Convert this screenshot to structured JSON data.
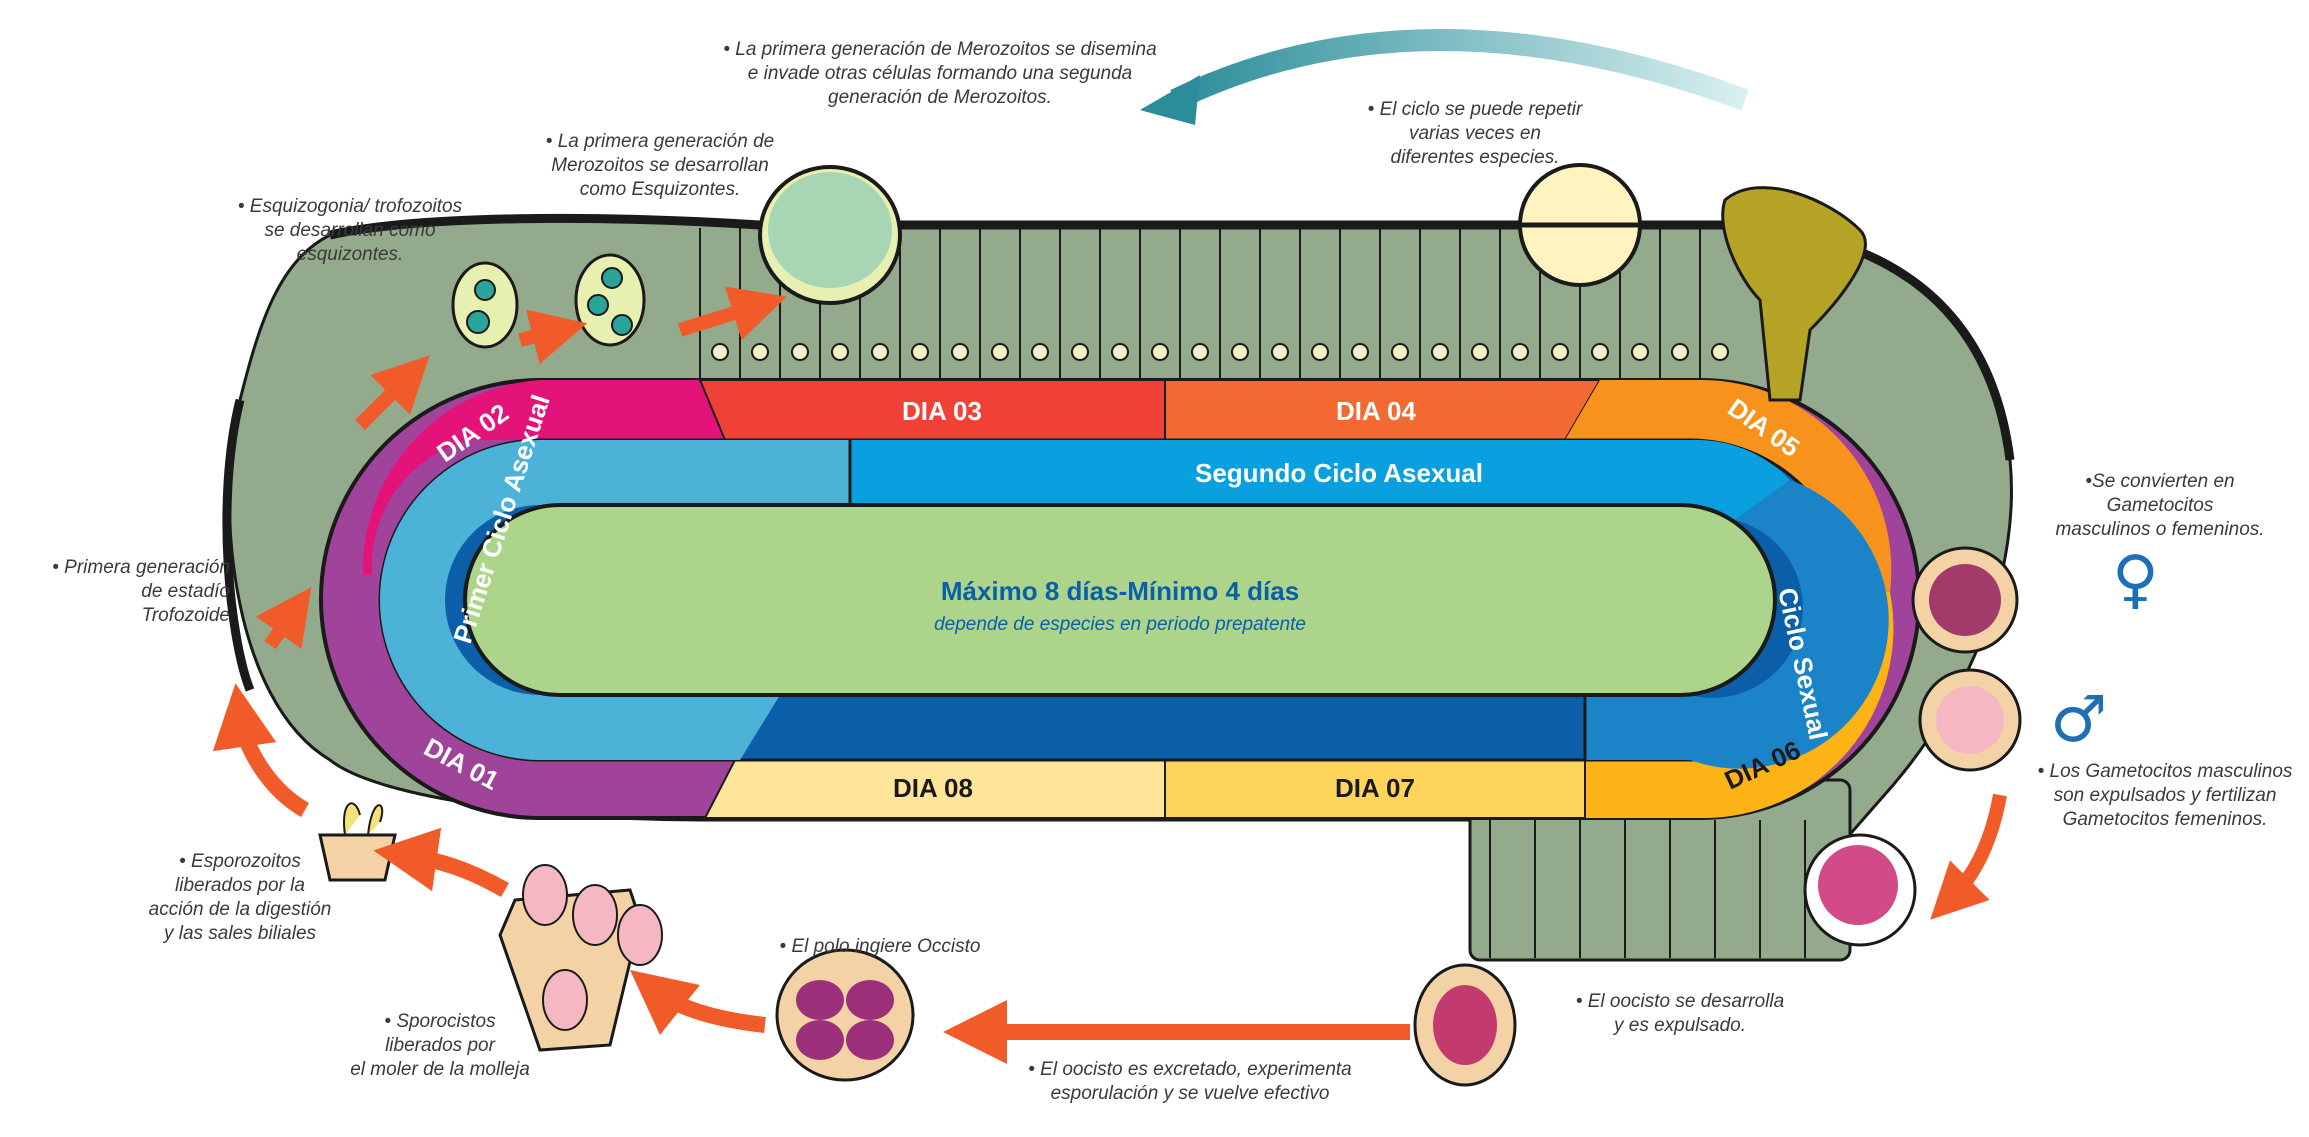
{
  "days": {
    "d01": "DIA 01",
    "d02": "DIA 02",
    "d03": "DIA 03",
    "d04": "DIA 04",
    "d05": "DIA 05",
    "d06": "DIA 06",
    "d07": "DIA 07",
    "d08": "DIA 08"
  },
  "cycles": {
    "first": "Primer Ciclo Asexual",
    "second": "Segundo Ciclo Asexual",
    "sexual": "Ciclo Sexual"
  },
  "center": {
    "title": "Máximo 8 días-Mínimo 4 días",
    "subtitle": "depende de especies en periodo prepatente"
  },
  "notes": {
    "primera_generacion": "• Primera generación\nde estadío\nTrofozoide",
    "esquizogonia": "• Esquizogonia/ trofozoitos\nse desarrollan como\nesquizontes.",
    "merozoitos_esquizontes": "• La primera generación de\nMerozoitos se desarrollan\ncomo Esquizontes.",
    "merozoitos_disemina": "• La primera generación de Merozoitos se disemina\ne invade otras células formando una segunda\ngeneración de Merozoitos.",
    "ciclo_repetir": "• El ciclo se puede repetir\nvarias veces en\ndiferentes especies.",
    "gametocitos": "•Se convierten en\nGametocitos\nmasculinos o femeninos.",
    "fertilizan": "• Los Gametocitos masculinos\nson expulsados y fertilizan\nGametocitos femeninos.",
    "oocisto_desarrolla": "• El oocisto  se desarrolla\ny es expulsado.",
    "oocisto_excretado": "• El oocisto  es excretado, experimenta\nesporulación y se vuelve efectivo",
    "polo_ingiere": "• El polo ingiere Occisto",
    "sporocistos": "• Sporocistos\nliberados por\nel moler de la molleja",
    "esporozoitos": "• Esporozoitos\nliberados por la\nacción de la digestión\ny las sales biliales"
  },
  "symbols": {
    "female": "♀",
    "male": "♂"
  },
  "colors": {
    "day01": "#a0449b",
    "day02": "#e3137a",
    "day03": "#ef4136",
    "day04": "#f26a31",
    "day05": "#f7931d",
    "day06": "#fcb316",
    "day07": "#ffd45a",
    "day08": "#ffe599",
    "first_cycle": "#4cb2d8",
    "second_cycle": "#0aa0e0",
    "sexual_cycle": "#1b83c7",
    "inner_band": "#0b5ea8",
    "center": "#acd58b",
    "tissue": "#93ab8c",
    "arrow": "#f15a29"
  }
}
